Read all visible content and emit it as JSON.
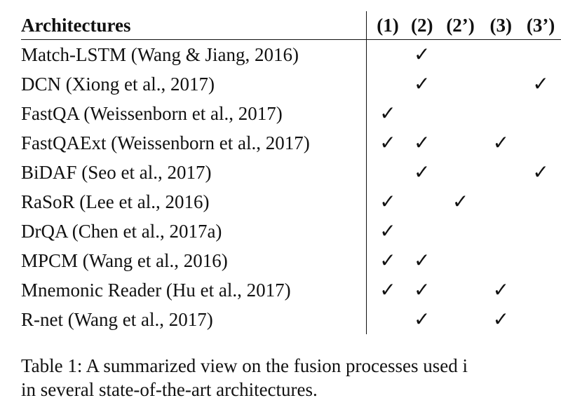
{
  "table": {
    "header": {
      "architectures": "Architectures",
      "columns": [
        "(1)",
        "(2)",
        "(2’)",
        "(3)",
        "(3’)"
      ]
    },
    "check_glyph": "✓",
    "rows": [
      {
        "name": "Match-LSTM (Wang & Jiang, 2016)",
        "marks": [
          false,
          true,
          false,
          false,
          false
        ]
      },
      {
        "name": "DCN (Xiong et al., 2017)",
        "marks": [
          false,
          true,
          false,
          false,
          true
        ]
      },
      {
        "name": "FastQA (Weissenborn et al., 2017)",
        "marks": [
          true,
          false,
          false,
          false,
          false
        ]
      },
      {
        "name": "FastQAExt (Weissenborn et al., 2017)",
        "marks": [
          true,
          true,
          false,
          true,
          false
        ]
      },
      {
        "name": "BiDAF (Seo et al., 2017)",
        "marks": [
          false,
          true,
          false,
          false,
          true
        ]
      },
      {
        "name": "RaSoR (Lee et al., 2016)",
        "marks": [
          true,
          false,
          true,
          false,
          false
        ]
      },
      {
        "name": "DrQA (Chen et al., 2017a)",
        "marks": [
          true,
          false,
          false,
          false,
          false
        ]
      },
      {
        "name": "MPCM (Wang et al., 2016)",
        "marks": [
          true,
          true,
          false,
          false,
          false
        ]
      },
      {
        "name": "Mnemonic Reader (Hu et al., 2017)",
        "marks": [
          true,
          true,
          false,
          true,
          false
        ]
      },
      {
        "name": "R-net (Wang et al., 2017)",
        "marks": [
          false,
          true,
          false,
          true,
          false
        ]
      }
    ]
  },
  "caption": {
    "line1": "Table 1:  A summarized view on the fusion processes used  i",
    "line2": "in several state-of-the-art architectures."
  }
}
